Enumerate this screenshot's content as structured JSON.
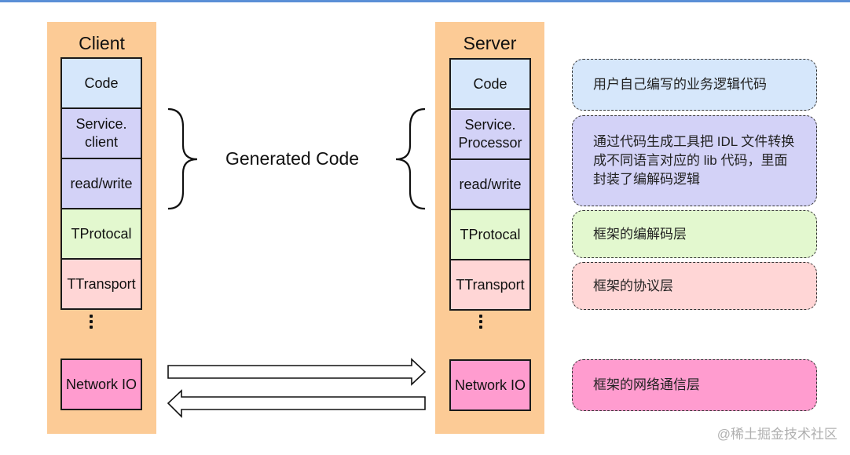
{
  "client": {
    "title": "Client",
    "layers": {
      "code": "Code",
      "service": "Service.\nclient",
      "readwrite": "read/write",
      "protocol": "TProtocal",
      "transport": "TTransport",
      "network": "Network IO"
    }
  },
  "server": {
    "title": "Server",
    "layers": {
      "code": "Code",
      "service": "Service.\nProcessor",
      "readwrite": "read/write",
      "protocol": "TProtocal",
      "transport": "TTransport",
      "network": "Network IO"
    }
  },
  "generated_code": "Generated Code",
  "notes": {
    "code": "用户自己编写的业务逻辑代码",
    "generated": "通过代码生成工具把 IDL 文件转换成不同语言对应的 lib 代码，里面封装了编解码逻辑",
    "protocol": "框架的编解码层",
    "transport": "框架的协议层",
    "network": "框架的网络通信层"
  },
  "watermark": "@稀土掘金技术社区",
  "colors": {
    "column_bg": "#fccb96",
    "code": "#d6e7fb",
    "service": "#d3d2f7",
    "protocol": "#e3f8cf",
    "transport": "#ffd6d6",
    "network": "#ff9ccf"
  }
}
